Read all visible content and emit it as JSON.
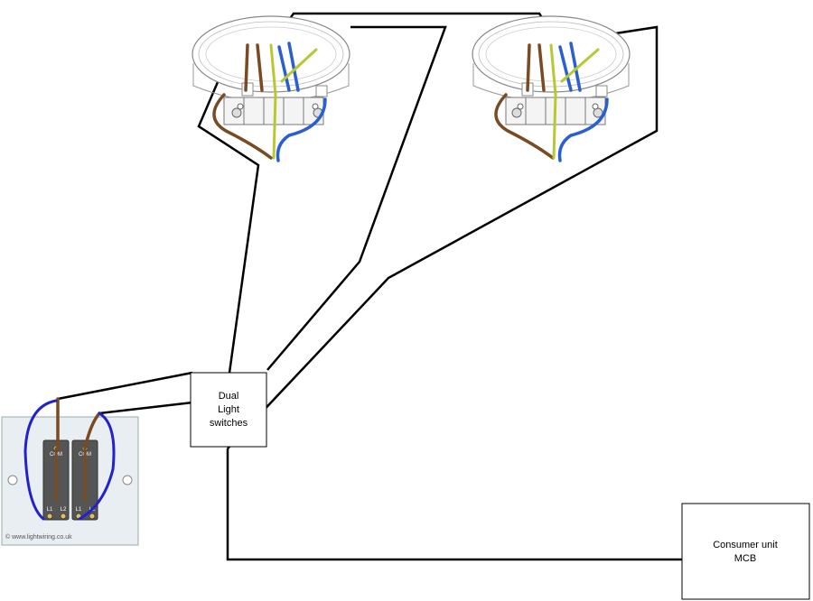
{
  "switch_box": {
    "line1": "Dual",
    "line2": "Light",
    "line3": "switches"
  },
  "consumer_unit": {
    "line1": "Consumer unit",
    "line2": "MCB"
  },
  "switch_plate": {
    "rocker_label": "COM",
    "terminal_l1": "L1",
    "terminal_l2": "L2",
    "website": "© www.lightwiring.co.uk"
  },
  "colors": {
    "cable": "#000000",
    "brown": "#7a4a22",
    "blue": "#2a5fd0",
    "earth": "#b8c832",
    "switch_blue": "#2222cc"
  }
}
